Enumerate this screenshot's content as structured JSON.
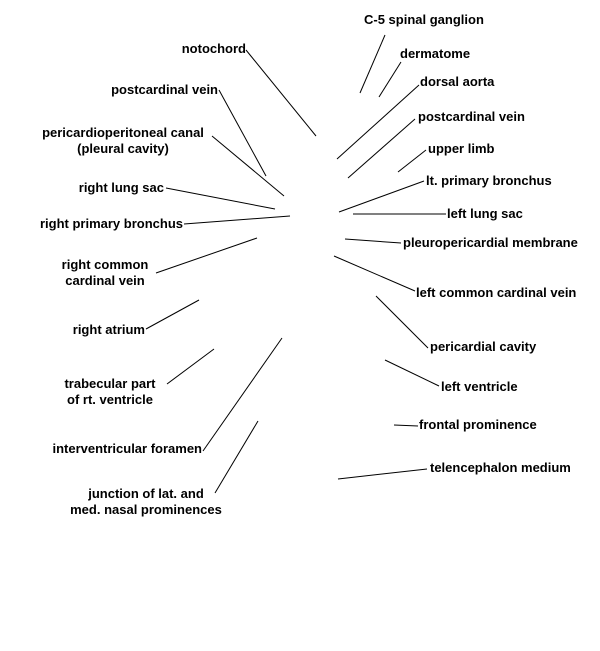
{
  "colors": {
    "text": "#000000",
    "line": "#000000",
    "background": "#ffffff"
  },
  "labels": {
    "notochord": "notochord",
    "postcardinal_vein_right": "postcardinal vein",
    "pericardioperitoneal_canal": "pericardioperitoneal canal\n(pleural cavity)",
    "right_lung_sac": "right lung sac",
    "right_primary_bronchus": "right primary bronchus",
    "right_common_cardinal_vein": "right common\ncardinal vein",
    "right_atrium": "right atrium",
    "trabecular_part": "trabecular part\nof rt. ventricle",
    "interventricular_foramen": "interventricular foramen",
    "junction_nasal_prominences": "junction of lat. and\nmed. nasal prominences",
    "c5_spinal_ganglion": "C-5 spinal ganglion",
    "dermatome": "dermatome",
    "dorsal_aorta": "dorsal aorta",
    "postcardinal_vein_left": "postcardinal vein",
    "upper_limb": "upper limb",
    "lt_primary_bronchus": "lt. primary bronchus",
    "left_lung_sac": "left lung sac",
    "pleuropericardial_membrane": "pleuropericardial membrane",
    "left_common_cardinal_vein": "left common cardinal vein",
    "pericardial_cavity": "pericardial cavity",
    "left_ventricle": "left ventricle",
    "frontal_prominence": "frontal prominence",
    "telencephalon_medium": "telencephalon medium"
  }
}
